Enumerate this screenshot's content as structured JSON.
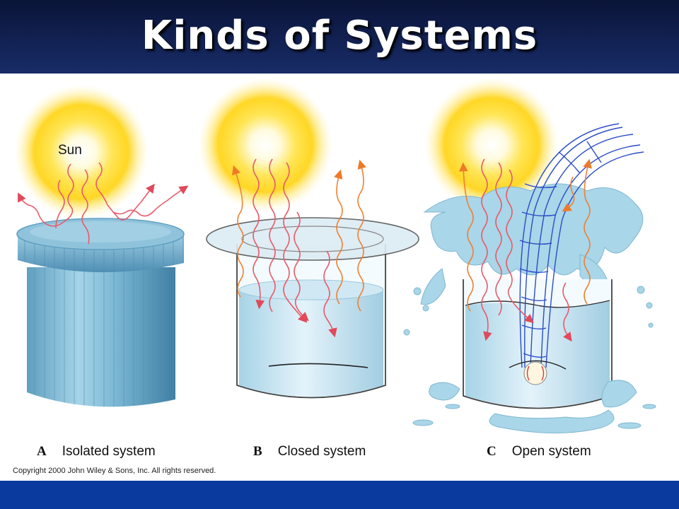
{
  "slide": {
    "title": "Kinds of Systems",
    "sun_label": "Sun",
    "copyright": "Copyright 2000 John Wiley & Sons, Inc. All rights reserved."
  },
  "panels": [
    {
      "letter": "A",
      "caption": "Isolated system"
    },
    {
      "letter": "B",
      "caption": "Closed system"
    },
    {
      "letter": "C",
      "caption": "Open system"
    }
  ],
  "colors": {
    "title_bar": "#0a1438",
    "bottom_bar": "#0b3a9e",
    "container": "#8cc0d8",
    "water": "#b8dcec",
    "radiation_in": "#e85a6a",
    "radiation_out": "#f08030",
    "hose": "#2a4cc8"
  }
}
